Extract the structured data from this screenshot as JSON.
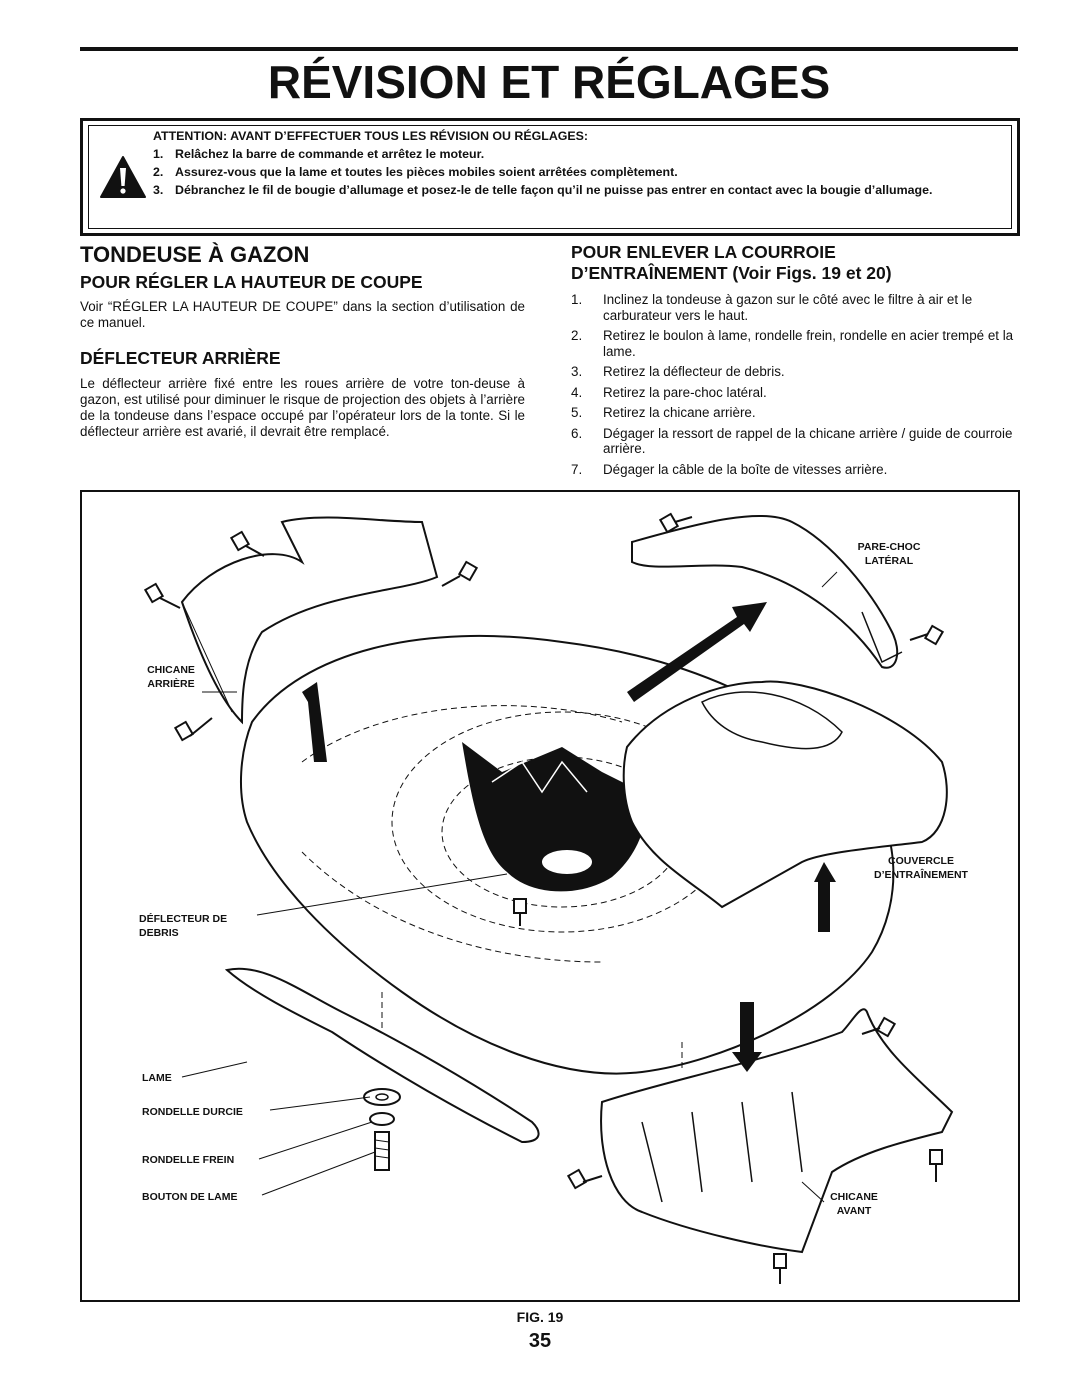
{
  "page": {
    "title": "RÉVISION ET RÉGLAGES",
    "page_number": "35",
    "figure_caption": "FIG. 19"
  },
  "warning": {
    "icon": "warning-triangle-icon",
    "heading": "ATTENTION: AVANT D’EFFECTUER TOUS LES RÉVISION OU RÉGLAGES:",
    "items": [
      {
        "num": "1.",
        "text": "Relâchez la barre de commande et arrêtez le moteur."
      },
      {
        "num": "2.",
        "text": "Assurez-vous que la lame et toutes les pièces mobiles soient arrêtées complètement."
      },
      {
        "num": "3.",
        "text": "Débranchez le fil de bougie d’allumage et posez-le de telle façon qu’il ne puisse pas entrer en contact avec la bougie d’allumage."
      }
    ]
  },
  "left": {
    "section_title": "TONDEUSE À GAZON",
    "height": {
      "title": "POUR RÉGLER LA HAUTEUR DE COUPE",
      "text": "Voir “RÉGLER LA HAUTEUR DE COUPE” dans la section d’utilisation de ce manuel."
    },
    "deflector": {
      "title": "DÉFLECTEUR ARRIÈRE",
      "text": "Le déflecteur arrière fixé entre les roues arrière de votre ton-deuse à gazon, est utilisé pour diminuer le risque de projection des objets à l’arrière de la tondeuse dans l’espace occupé par l’opérateur lors de la tonte. Si le déflecteur arrière est avarié, il devrait être remplacé."
    }
  },
  "right": {
    "title_line1": "POUR ENLEVER LA COURROIE",
    "title_line2": "D’ENTRAÎNEMENT (Voir Figs. 19 et 20)",
    "steps": [
      {
        "num": "1.",
        "text": "Inclinez la tondeuse à gazon sur le côté avec le filtre à air et le carburateur vers le haut."
      },
      {
        "num": "2.",
        "text": "Retirez le boulon à lame, rondelle frein, rondelle en acier trempé et la lame."
      },
      {
        "num": "3.",
        "text": "Retirez la déflecteur de debris."
      },
      {
        "num": "4.",
        "text": "Retirez la pare-choc latéral."
      },
      {
        "num": "5.",
        "text": "Retirez la chicane arrière."
      },
      {
        "num": "6.",
        "text": "Dégager la ressort de rappel de la chicane arrière / guide de courroie arrière."
      },
      {
        "num": "7.",
        "text": "Dégager la câble de la boîte de vitesses arrière."
      }
    ]
  },
  "figure": {
    "labels": {
      "pare_choc_1": "PARE-CHOC",
      "pare_choc_2": "LATÉRAL",
      "chicane_arriere_1": "CHICANE",
      "chicane_arriere_2": "ARRIÈRE",
      "couvercle_1": "COUVERCLE",
      "couvercle_2": "D’ENTRAÎNEMENT",
      "deflecteur_1": "DÉFLECTEUR DE",
      "deflecteur_2": "DEBRIS",
      "lame": "LAME",
      "rondelle_durcie": "RONDELLE DURCIE",
      "rondelle_frein": "RONDELLE FREIN",
      "bouton": "BOUTON DE LAME",
      "chicane_avant_1": "CHICANE",
      "chicane_avant_2": "AVANT"
    }
  }
}
